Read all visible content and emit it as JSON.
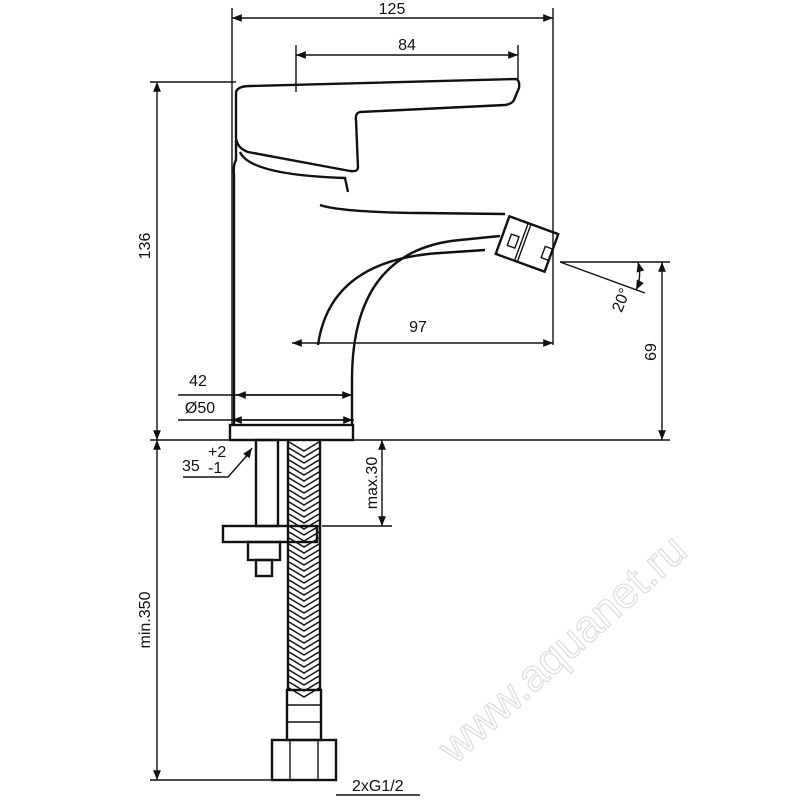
{
  "drawing": {
    "type": "bidet mixer technical drawing",
    "watermark": "www.aquanet.ru",
    "dimensions": {
      "overall_width": "125",
      "lever_length": "84",
      "overall_height": "136",
      "spout_height": "69",
      "spout_angle": "20°",
      "spout_reach": "97",
      "body_width": "42",
      "base_diameter": "Ø50",
      "hole_diameter": "35",
      "hole_tol_plus": "+2",
      "hole_tol_minus": "-1",
      "max_deck_thickness": "max.30",
      "min_hose_length": "min.350",
      "connection": "2xG1/2"
    },
    "color": "#111111"
  }
}
